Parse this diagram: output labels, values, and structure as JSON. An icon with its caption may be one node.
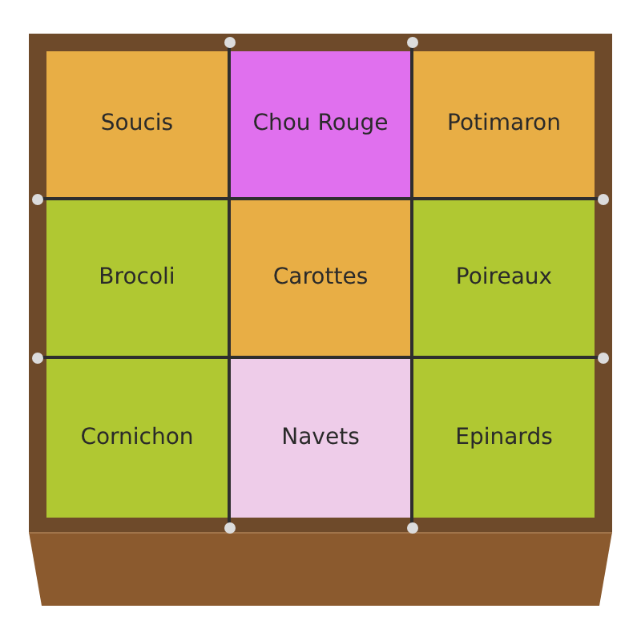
{
  "diagram": {
    "nodes": [
      {
        "text": [
          "Soucis"
        ]
      },
      {
        "text": [
          "Chou Rouge"
        ]
      },
      {
        "text": [
          "Potimaron"
        ]
      },
      {
        "text": [
          "Brocoli"
        ]
      },
      {
        "text": [
          "Carottes"
        ]
      },
      {
        "text": [
          "Poireaux"
        ]
      },
      {
        "text": [
          "Cornichon"
        ]
      },
      {
        "text": [
          "Navets"
        ]
      },
      {
        "text": [
          "Epinards"
        ]
      }
    ]
  }
}
